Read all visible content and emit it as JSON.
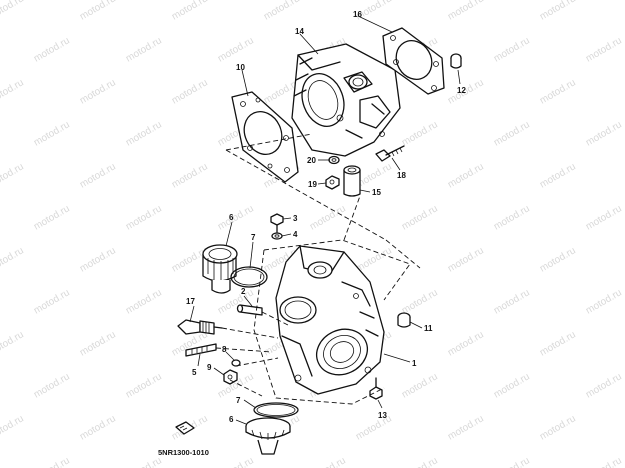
{
  "watermark": "motod.ru",
  "diagram_code": "5NR1300-1010",
  "callouts": [
    "1",
    "2",
    "3",
    "4",
    "5",
    "6",
    "7",
    "8",
    "9",
    "10",
    "11",
    "12",
    "13",
    "14",
    "15",
    "16",
    "17",
    "18",
    "19",
    "20"
  ]
}
